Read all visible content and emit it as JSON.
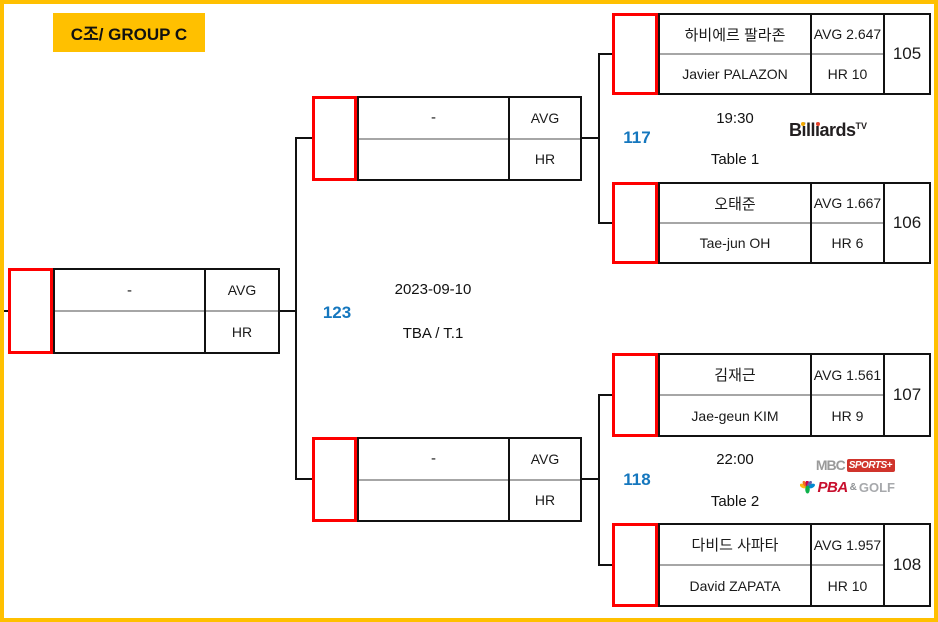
{
  "header": {
    "title": "C조/ GROUP C"
  },
  "colors": {
    "frame_yellow": "#FFC000",
    "seed_red": "#FE0000",
    "match_blue": "#1577BE",
    "divider_gray": "#A6A6A6"
  },
  "bracket": {
    "round1": [
      {
        "match_no": "105",
        "name_kr": "하비에르 팔라존",
        "name_en": "Javier PALAZON",
        "avg": "AVG 2.647",
        "hr": "HR 10"
      },
      {
        "match_no": "106",
        "name_kr": "오태준",
        "name_en": "Tae-jun OH",
        "avg": "AVG 1.667",
        "hr": "HR 6"
      },
      {
        "match_no": "107",
        "name_kr": "김재근",
        "name_en": "Jae-geun KIM",
        "avg": "AVG 1.561",
        "hr": "HR 9"
      },
      {
        "match_no": "108",
        "name_kr": "다비드 사파타",
        "name_en": "David ZAPATA",
        "avg": "AVG 1.957",
        "hr": "HR 10"
      }
    ],
    "semifinals": [
      {
        "match_no": "117",
        "time": "19:30",
        "table": "Table 1",
        "broadcaster": "BilliardsTV",
        "winner_name": "-",
        "avg_label": "AVG",
        "hr_label": "HR"
      },
      {
        "match_no": "118",
        "time": "22:00",
        "table": "Table 2",
        "broadcaster": "MBC SPORTS+ / PBA & GOLF",
        "winner_name": "-",
        "avg_label": "AVG",
        "hr_label": "HR"
      }
    ],
    "final": {
      "match_no": "123",
      "date": "2023-09-10",
      "table": "TBA / T.1",
      "winner_name": "-",
      "avg_label": "AVG",
      "hr_label": "HR"
    }
  },
  "logos": {
    "billiards_tv": {
      "text": "Billiards",
      "sup": "TV"
    },
    "mbc_sports": {
      "mbc": "MBC",
      "sports": "SPORTS+",
      "pba": "PBA",
      "amp": "&",
      "golf": "GOLF"
    }
  }
}
